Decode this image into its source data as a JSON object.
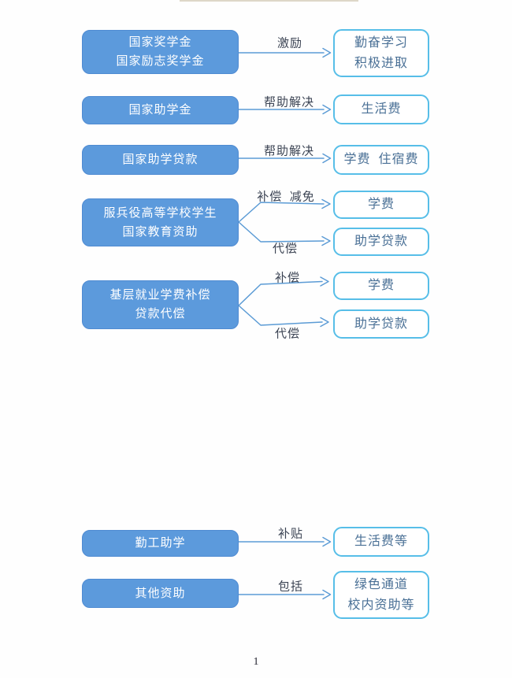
{
  "page": {
    "number": "1"
  },
  "diagram": {
    "colors": {
      "source_box_fill": "#5c9adc",
      "target_box_border": "#57bee8",
      "arrow_line": "#5b9bd5",
      "edge_label_text": "#3c4454",
      "target_text": "#4a7096"
    },
    "rows": [
      {
        "source_lines": [
          "国家奖学金",
          "国家励志奖学金"
        ],
        "links": [
          {
            "label": "激励",
            "target_lines": [
              "勤奋学习",
              "积极进取"
            ]
          }
        ]
      },
      {
        "source_lines": [
          "国家助学金"
        ],
        "links": [
          {
            "label": "帮助解决",
            "target_lines": [
              "生活费"
            ]
          }
        ]
      },
      {
        "source_lines": [
          "国家助学贷款"
        ],
        "links": [
          {
            "label": "帮助解决",
            "target_lines": [
              "学费  住宿费"
            ]
          }
        ]
      },
      {
        "source_lines": [
          "服兵役高等学校学生",
          "国家教育资助"
        ],
        "links": [
          {
            "label": "补偿  减免",
            "target_lines": [
              "学费"
            ]
          },
          {
            "label": "代偿",
            "target_lines": [
              "助学贷款"
            ]
          }
        ]
      },
      {
        "source_lines": [
          "基层就业学费补偿",
          "贷款代偿"
        ],
        "links": [
          {
            "label": "补偿",
            "target_lines": [
              "学费"
            ]
          },
          {
            "label": "代偿",
            "target_lines": [
              "助学贷款"
            ]
          }
        ]
      },
      {
        "source_lines": [
          "勤工助学"
        ],
        "links": [
          {
            "label": "补贴",
            "target_lines": [
              "生活费等"
            ]
          }
        ]
      },
      {
        "source_lines": [
          "其他资助"
        ],
        "links": [
          {
            "label": "包括",
            "target_lines": [
              "绿色通道",
              "校内资助等"
            ]
          }
        ]
      }
    ]
  }
}
